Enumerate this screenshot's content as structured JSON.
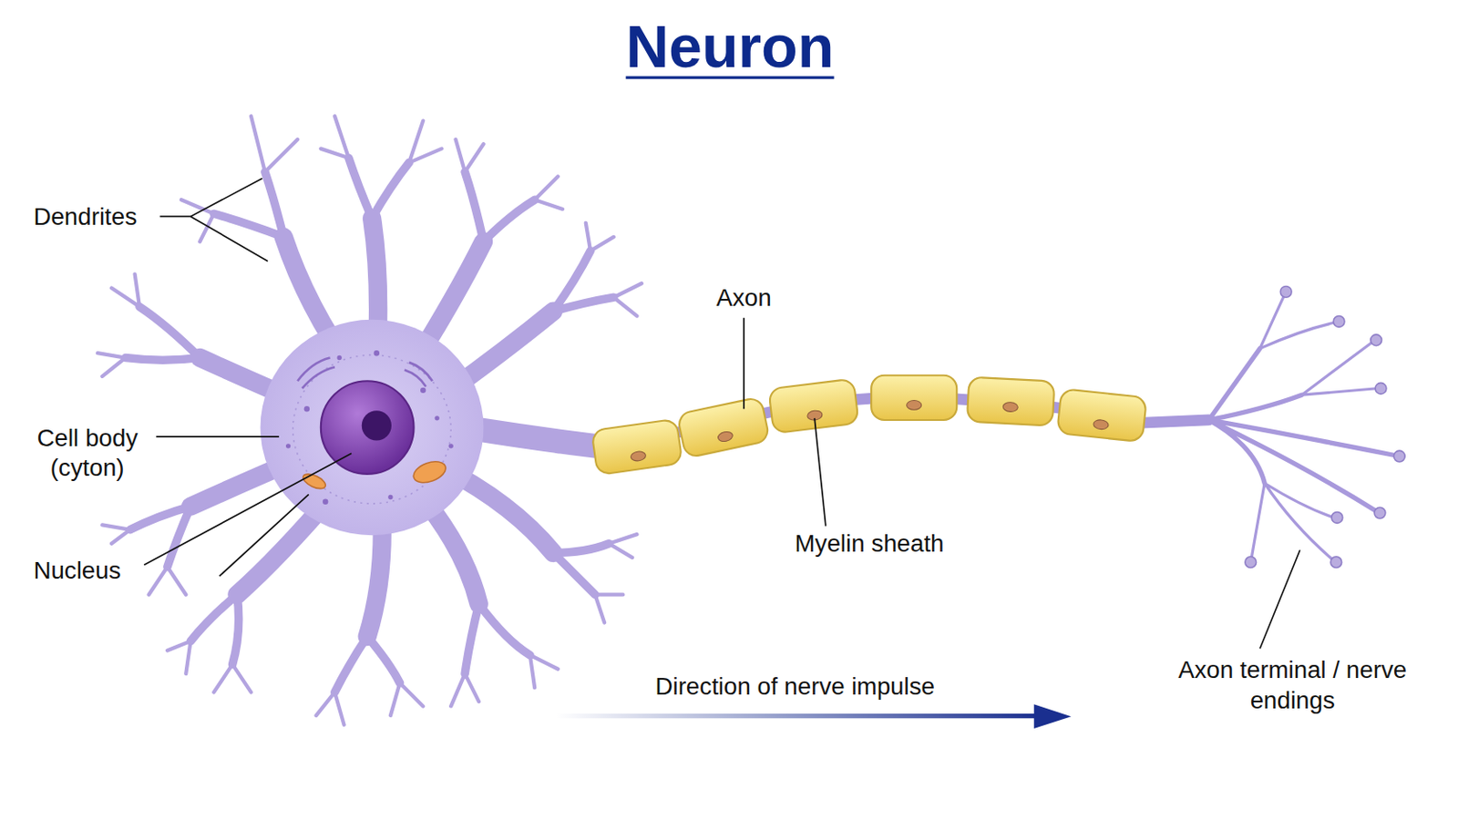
{
  "diagram": {
    "title": "Neuron",
    "labels": [
      "Dendrites",
      "Cell body (cyton)",
      "Nucleus",
      "Axon",
      "Myelin sheath",
      "Axon terminal / nerve endings",
      "Direction of nerve impulse"
    ]
  }
}
